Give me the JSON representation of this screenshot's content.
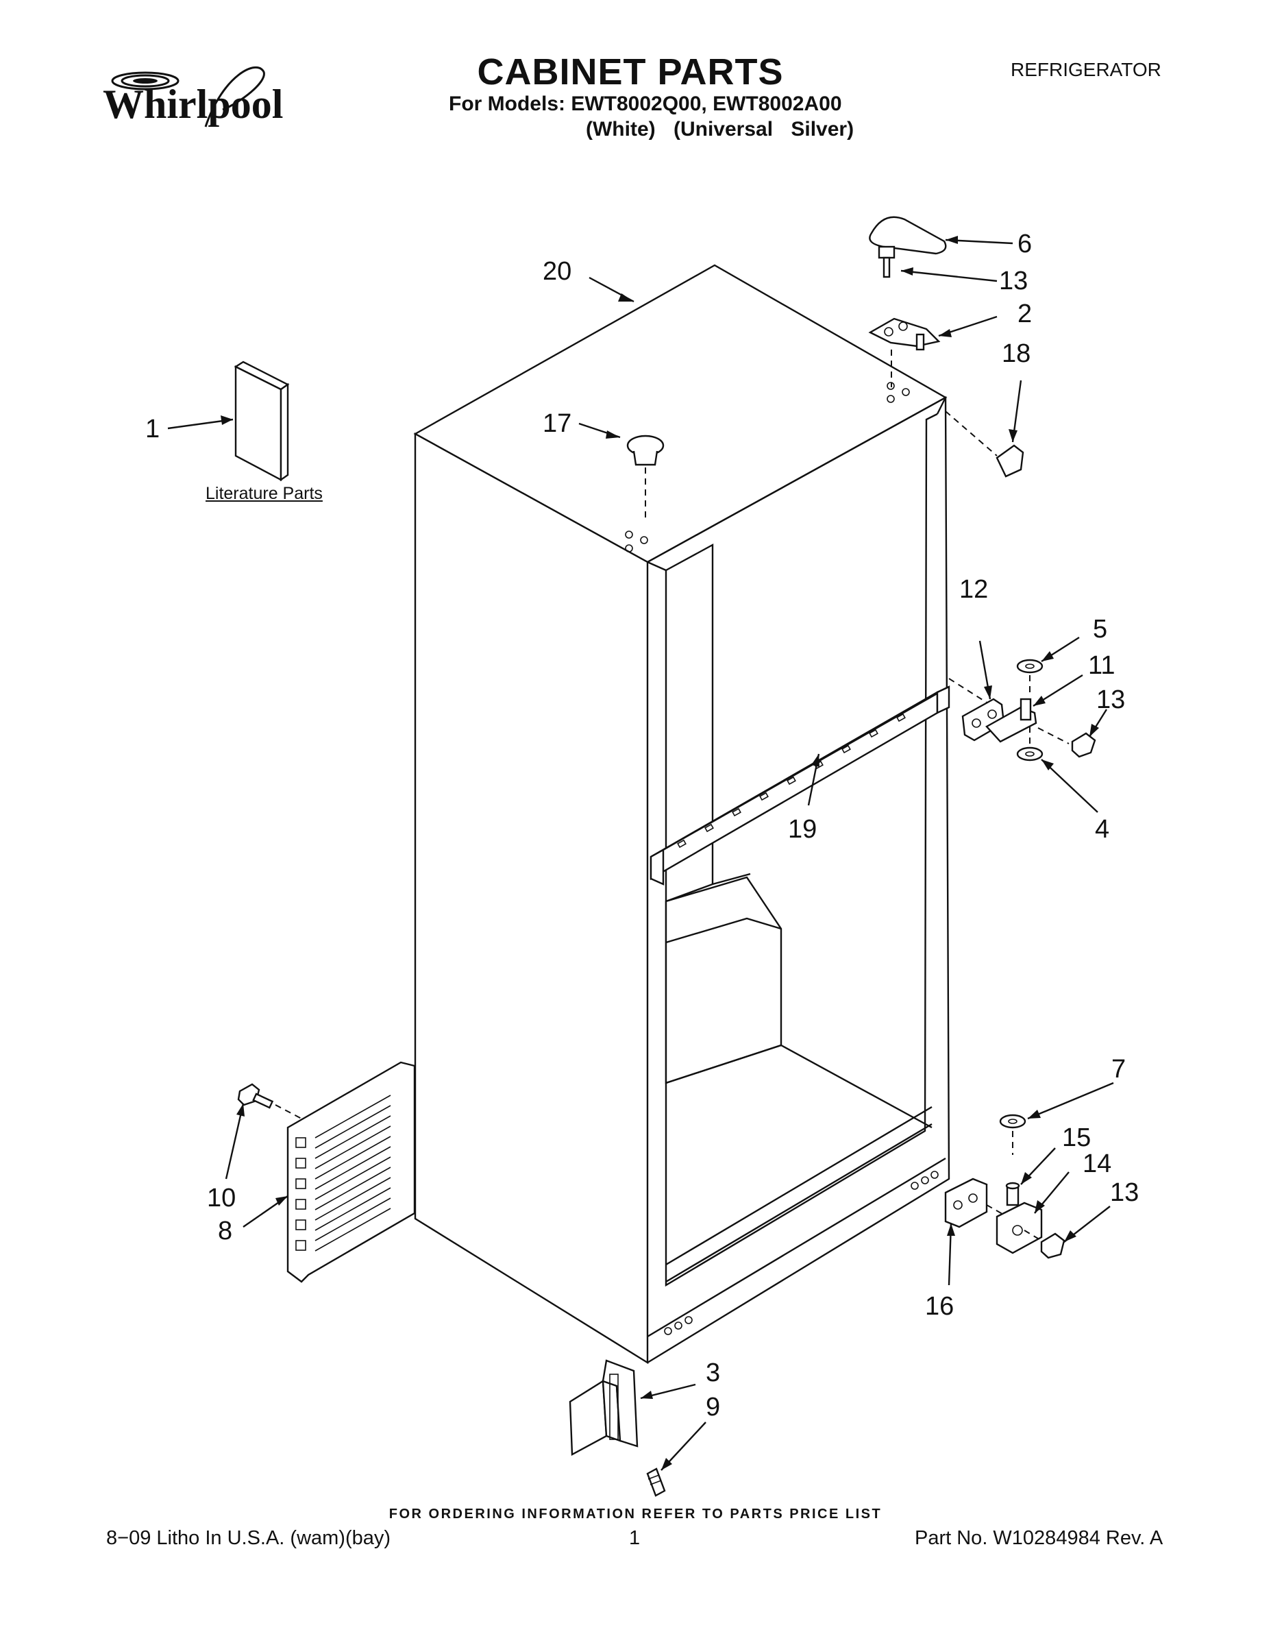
{
  "header": {
    "brand": "Whirlpool",
    "title": "CABINET PARTS",
    "models_line": "For Models: EWT8002Q00, EWT8002A00",
    "variants_line": "(White)     (Universal Silver)",
    "category": "REFRIGERATOR"
  },
  "literature_label": "Literature Parts",
  "callouts": {
    "c1": "1",
    "c2": "2",
    "c3": "3",
    "c4": "4",
    "c5": "5",
    "c6": "6",
    "c7": "7",
    "c8": "8",
    "c9": "9",
    "c10": "10",
    "c11": "11",
    "c12": "12",
    "c13a": "13",
    "c13b": "13",
    "c13c": "13",
    "c14": "14",
    "c15": "15",
    "c16": "16",
    "c17": "17",
    "c18": "18",
    "c19": "19",
    "c20": "20"
  },
  "footer": {
    "ordering_note": "FOR ORDERING INFORMATION REFER TO PARTS PRICE LIST",
    "litho": "8−09 Litho In U.S.A. (wam)(bay)",
    "page": "1",
    "part_no": "Part No. W10284984 Rev. A"
  }
}
